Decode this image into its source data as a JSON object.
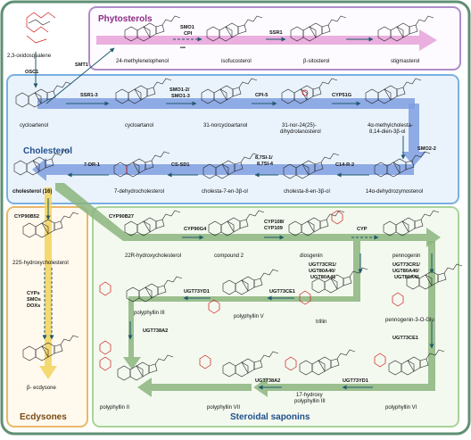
{
  "sections": {
    "phytosterols": "Phytosterols",
    "cholesterol": "Cholesterol",
    "ecdysones": "Ecdysones",
    "saponins": "Steroidal saponins"
  },
  "compounds": {
    "oxidosqualene": "2,3-oxidosqualene",
    "methylenelophenol": "24-methylenelophenol",
    "isofucosterol": "isofucosterol",
    "sitosterol": "β-sitosterol",
    "stigmasterol": "stigmasterol",
    "cycloartenol": "cycloartenol",
    "cycloartanol": "cycloartanol",
    "norcycloartanol": "31-norcycloartanol",
    "nordihydro1": "31-nor-24(25)-",
    "nordihydro2": "dihydrolanosterol",
    "methylcholesta1": "4α-methylcholesta-",
    "methylcholesta2": "8,14-dien-3β-ol",
    "dehydrozymosterol": "14α-dehydrozymostenol",
    "cholesta8en": "cholesta-8-en-3β-ol",
    "cholesta7en": "cholesta-7-en-3β-ol",
    "dehydrocholesterol": "7-dehydrocholesterol",
    "cholesterol": "cholesterol (16)",
    "hydroxycholesterol22": "22S-hydroxycholesterol",
    "ecdysone": "β- ecdysone",
    "hydroxycholesterol22r": "22R-hydroxycholesterol",
    "compound2": "compound 2",
    "diosgenin": "diosgenin",
    "pennogenin": "pennogenin",
    "trillin": "trillin",
    "pennogeninglu": "pennogenin-3-O-Glu",
    "polyphyllinIII": "polyphyllin III",
    "polyphyllinV": "polyphyllin V",
    "polyphyllinII": "polyphyllin II",
    "polyphyllinVII": "polyphyllin VII",
    "hydroxyPP3a": "17-hydroxy",
    "hydroxyPP3b": "polyphyllin III",
    "polyphyllinVI": "polyphyllin VI"
  },
  "enzymes": {
    "osc1": "OSC1",
    "smt1": "SMT1",
    "smo1": "SMO1",
    "cpi_top": "CPI",
    "dots": "•••",
    "ssr1": "SSR1",
    "ssr13": "SSR1-3",
    "smo12": "SMO1-2/",
    "smo13": "SMO1-3",
    "cpi5": "CPI-5",
    "cyp51g": "CYP51G",
    "smo22": "SMO2-2",
    "c14r2": "C14-R-2",
    "sl871": "8,7SI-1/",
    "sl874": "8,7SI-4",
    "cssd1": "CS-SD1",
    "dr71": "7-DR-1",
    "cyp90b52": "CYP90B52",
    "cyp90b27": "CYP90B27",
    "cyp90g4": "CYP90G4",
    "cyp108": "CYP108/",
    "cyp109": "CYP109",
    "cyp": "CYP",
    "cyps": "CYPs",
    "smos": "SMOs",
    "doxs": "DOXs",
    "ugt_a1": "UGT73CR1/",
    "ugt_a2": "UGT80A40/",
    "ugt_a3": "UGT80A41",
    "ugt_b1": "UGT73CR1/",
    "ugt_b2": "UGT80A40/",
    "ugt_b3": "UGT80A41",
    "ugt73ce1a": "UGT73CE1",
    "ugt73ce1b": "UGT73CE1",
    "ugt73yd1a": "UGT73YD1",
    "ugt73yd1b": "UGT73YD1",
    "ugt738a2a": "UGT738A2",
    "ugt738a2b": "UGT738A2"
  },
  "colors": {
    "outer_border": "#5f8f73",
    "phyto_border": "#b08cc8",
    "phyto_arrow": "#e8a6dc",
    "phyto_title": "#8b2a86",
    "chol_border": "#7ab0e0",
    "chol_fill": "#eaf3fc",
    "chol_arrow": "#7f9ee0",
    "chol_title": "#1f4e8c",
    "ecd_border": "#e8b96a",
    "ecd_fill": "#fff9ee",
    "ecd_arrow": "#f2d35a",
    "ecd_title": "#7a4a10",
    "sap_border": "#a8d39a",
    "sap_fill": "#f3f9ef",
    "sap_arrow": "#8bb57e",
    "sap_title": "#1f4e8c",
    "arrow": "#1f5a6e",
    "highlight": "#d01818"
  }
}
